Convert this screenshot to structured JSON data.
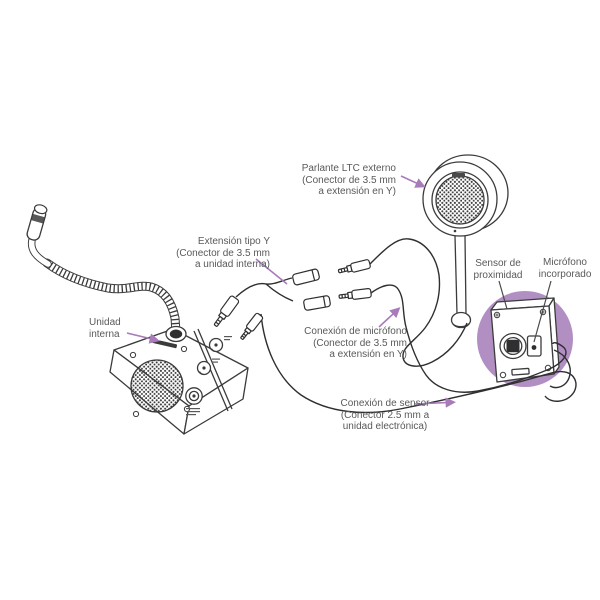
{
  "diagram": {
    "language": "es",
    "subject": "intercom-system-wiring",
    "accent_color": "#a87cba",
    "highlight_circle_color": "#b28fc2",
    "label_text_color": "#58595b",
    "line_color": "#3b3b3c"
  },
  "labels": {
    "external_speaker": {
      "lines": [
        "Parlante LTC externo",
        "(Conector de 3.5 mm",
        "a extensión en Y)"
      ]
    },
    "y_extension": {
      "lines": [
        "Extensión tipo Y",
        "(Conector de 3.5 mm",
        "a unidad interna)"
      ]
    },
    "internal_unit": {
      "lines": [
        "Unidad",
        "interna"
      ]
    },
    "mic_connection": {
      "lines": [
        "Conexión de micrófono",
        "(Conector de 3.5 mm",
        "a extensión en Y)"
      ]
    },
    "sensor_connection": {
      "lines": [
        "Conexión de sensor",
        "(Conector 2.5 mm a",
        "unidad electrónica)"
      ]
    },
    "proximity_sensor": {
      "lines": [
        "Sensor de",
        "proximidad"
      ]
    },
    "builtin_mic": {
      "lines": [
        "Micrófono",
        "incorporado"
      ]
    }
  },
  "components": [
    "gooseneck-microphone",
    "desktop-intercom-unit",
    "y-extension-cable",
    "female-jack-connectors",
    "male-audio-plugs",
    "external-ltc-speaker",
    "electronic-sensor-box",
    "purple-highlight-circle"
  ]
}
